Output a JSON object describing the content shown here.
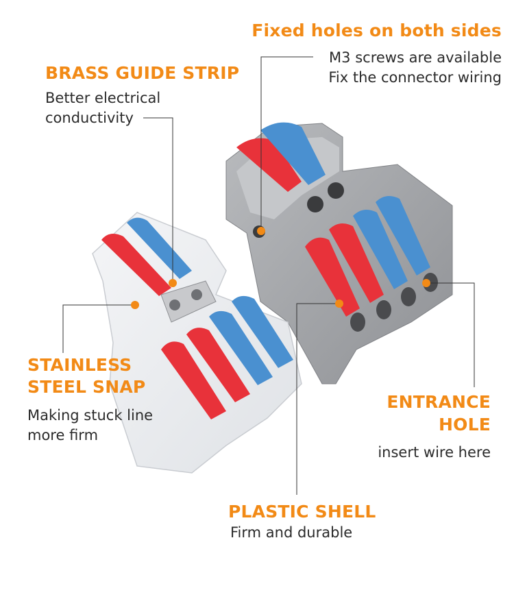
{
  "callouts": {
    "fixed_holes": {
      "heading": "Fixed holes on both sides",
      "line1": "M3 screws are available",
      "line2": "Fix the connector wiring"
    },
    "brass_strip": {
      "heading": "BRASS GUIDE STRIP",
      "line1": "Better electrical",
      "line2": "conductivity"
    },
    "steel_snap": {
      "heading_line1": "STAINLESS",
      "heading_line2": "STEEL SNAP",
      "line1": "Making stuck line",
      "line2": "more firm"
    },
    "entrance_hole": {
      "heading_line1": "ENTRANCE",
      "heading_line2": "HOLE",
      "line1": "insert wire here"
    },
    "plastic_shell": {
      "heading": "PLASTIC SHELL",
      "line1": "Firm and durable"
    }
  },
  "colors": {
    "accent": "#f28a16",
    "lever_red": "#e8323a",
    "lever_blue": "#4a90d0",
    "shell_grey": "#9c9ea2"
  }
}
